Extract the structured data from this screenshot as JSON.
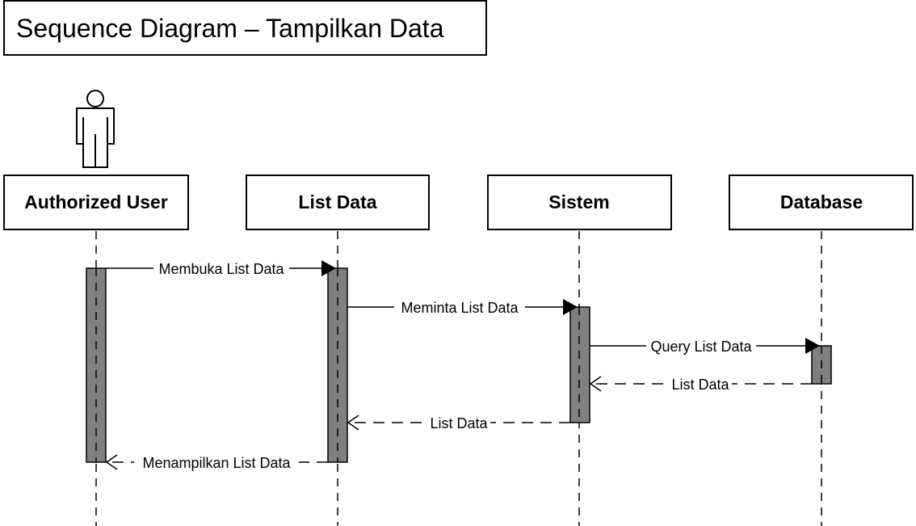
{
  "title": "Sequence Diagram – Tampilkan Data",
  "lifelines": [
    {
      "id": "user",
      "label": "Authorized User",
      "actor": true
    },
    {
      "id": "list",
      "label": "List Data",
      "actor": false
    },
    {
      "id": "sistem",
      "label": "Sistem",
      "actor": false
    },
    {
      "id": "database",
      "label": "Database",
      "actor": false
    }
  ],
  "messages": [
    {
      "from": "user",
      "to": "list",
      "label": "Membuka List Data",
      "type": "call"
    },
    {
      "from": "list",
      "to": "sistem",
      "label": "Meminta List Data",
      "type": "call"
    },
    {
      "from": "sistem",
      "to": "database",
      "label": "Query List Data",
      "type": "call"
    },
    {
      "from": "database",
      "to": "sistem",
      "label": "List Data",
      "type": "return"
    },
    {
      "from": "sistem",
      "to": "list",
      "label": "List Data",
      "type": "return"
    },
    {
      "from": "list",
      "to": "user",
      "label": "Menampilkan List Data",
      "type": "return"
    }
  ],
  "colors": {
    "activation_fill": "#808080",
    "stroke": "#000000",
    "background": "#ffffff"
  }
}
